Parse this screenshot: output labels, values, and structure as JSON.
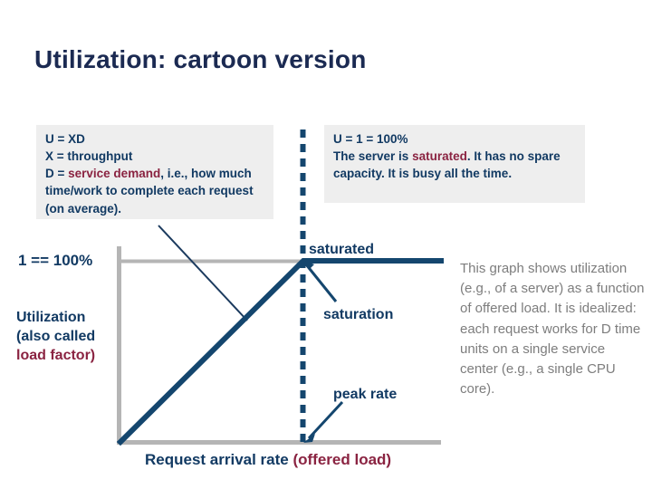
{
  "slide": {
    "title": "Utilization: cartoon version",
    "accent_navy": "#123a63",
    "accent_title_navy": "#1b2a52",
    "highlight_red": "#8a2341",
    "axis_gray": "#b5b5b5",
    "callout_bg": "#eeeeee",
    "note_gray": "#7d7d7d",
    "background": "#ffffff"
  },
  "callout_left": {
    "line1": "U = XD",
    "line2": "X = throughput",
    "line3_prefix": "D = ",
    "line3_highlight": "service demand",
    "line3_suffix": ", i.e., how much time/work to complete each request (on average)."
  },
  "callout_right": {
    "line1": "U = 1 = 100%",
    "line2_prefix": "The server is ",
    "line2_highlight": "saturated",
    "line2_suffix": ".  It has no spare capacity.  It is busy all the time."
  },
  "side_note": {
    "text": "This graph shows utilization (e.g., of a server) as a function of offered load.  It is idealized: each request works for D time units on a single service center (e.g., a single CPU core)."
  },
  "chart_labels": {
    "y_gridline_value": "1 == 100%",
    "y_axis_line1": "Utilization",
    "y_axis_line2": "(also called",
    "y_axis_line3_highlight": "load factor)",
    "x_axis_prefix": "Request arrival rate ",
    "x_axis_highlight": "(offered load)",
    "saturated": "saturated",
    "saturation": "saturation",
    "peak_rate": "peak rate"
  },
  "chart_data": {
    "type": "line",
    "title": "Utilization: cartoon version",
    "xlabel": "Request arrival rate (offered load)",
    "ylabel": "Utilization (also called load factor)",
    "xlim": [
      0,
      1.45
    ],
    "ylim": [
      0,
      1.22
    ],
    "grid": false,
    "legend_position": "none",
    "y_tick_labels": [
      "1 == 100%"
    ],
    "y_ticks": [
      1.0
    ],
    "series": [
      {
        "name": "utilization",
        "x": [
          0.0,
          1.0,
          1.45
        ],
        "y": [
          0.0,
          1.0,
          1.0
        ],
        "color": "#123a63",
        "width": 5
      },
      {
        "name": "saturation-threshold",
        "style": "dashed",
        "x": [
          1.0,
          1.0
        ],
        "y": [
          0.0,
          1.22
        ],
        "color": "#123a63",
        "width": 5
      }
    ],
    "annotations": [
      {
        "text": "saturated",
        "x": 1.02,
        "y": 1.11
      },
      {
        "text": "saturation",
        "x": 1.11,
        "y": 0.75,
        "arrow_to": [
          1.0,
          1.0
        ]
      },
      {
        "text": "peak rate",
        "x": 1.16,
        "y": 0.31,
        "arrow_to": [
          1.0,
          0.0
        ]
      }
    ]
  }
}
